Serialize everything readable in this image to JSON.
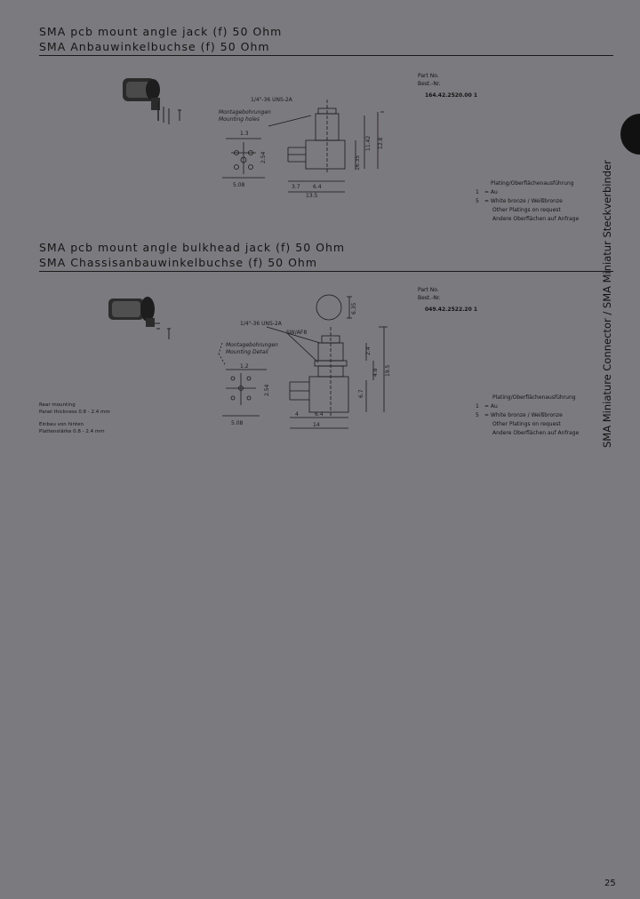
{
  "section1": {
    "title_en": "SMA pcb mount angle jack (f) 50 Ohm",
    "title_de": "SMA Anbauwinkelbuchse (f) 50 Ohm",
    "part_no_label": "Part No.",
    "best_nr_label": "Best.-Nr.",
    "part_number": "164.42.2520.00 1",
    "drawing": {
      "thread": "1/4\"-36 UNS-2A",
      "mounting_holes_de": "Montagebohrungen",
      "mounting_holes_en": "Mounting holes",
      "dim_1": "1.3",
      "dim_2": "5.08",
      "dim_3": "2.54",
      "dim_4": "3.7",
      "dim_5": "6.4",
      "dim_6": "13.5",
      "dim_7": "11.42",
      "dim_8": "12.8",
      "dim_9": "16.35"
    },
    "plating": {
      "header": "Plating/Oberflächenausführung",
      "row1_code": "1",
      "row1_text": "= Au",
      "row2_code": "5",
      "row2_text": "= White bronze / Weißbronze",
      "other_en": "Other Platings on request",
      "other_de": "Andere Oberflächen auf Anfrage"
    }
  },
  "section2": {
    "title_en": "SMA pcb mount angle bulkhead jack (f) 50 Ohm",
    "title_de": "SMA Chassisanbauwinkelbuchse (f) 50 Ohm",
    "part_no_label": "Part No.",
    "best_nr_label": "Best.-Nr.",
    "part_number": "049.42.2522.20 1",
    "drawing": {
      "thread": "1/4\"-36 UNS-2A",
      "wrench": "SW/AF8",
      "mounting_de": "Montagebohrungen",
      "mounting_en": "Mounting Detail",
      "dim_1": "1.2",
      "dim_2": "5.08",
      "dim_3": "2.54",
      "dim_4": "4",
      "dim_5": "6.4",
      "dim_6": "14",
      "dim_7": "2.4",
      "dim_8": "4.8",
      "dim_9": "6.7",
      "dim_10": "19.5",
      "dim_11": "6.35"
    },
    "rear_mounting": "Rear mounting",
    "panel_thickness": "Panel thickness 0.8 - 2.4 mm",
    "einbau": "Einbau von hinten",
    "plattenstaerke": "Plattenstärke 0.8 - 2.4 mm",
    "plating": {
      "header": "Plating/Oberflächenausführung",
      "row1_code": "1",
      "row1_text": "= Au",
      "row2_code": "5",
      "row2_text": "= White bronze / Weißbronze",
      "other_en": "Other Platings on request",
      "other_de": "Andere Oberflächen auf Anfrage"
    }
  },
  "side_label": "SMA Miniature Connector / SMA Miniatur Steckverbinder",
  "page_number": "25",
  "colors": {
    "background": "#7b7a7f",
    "ink": "#151515"
  }
}
